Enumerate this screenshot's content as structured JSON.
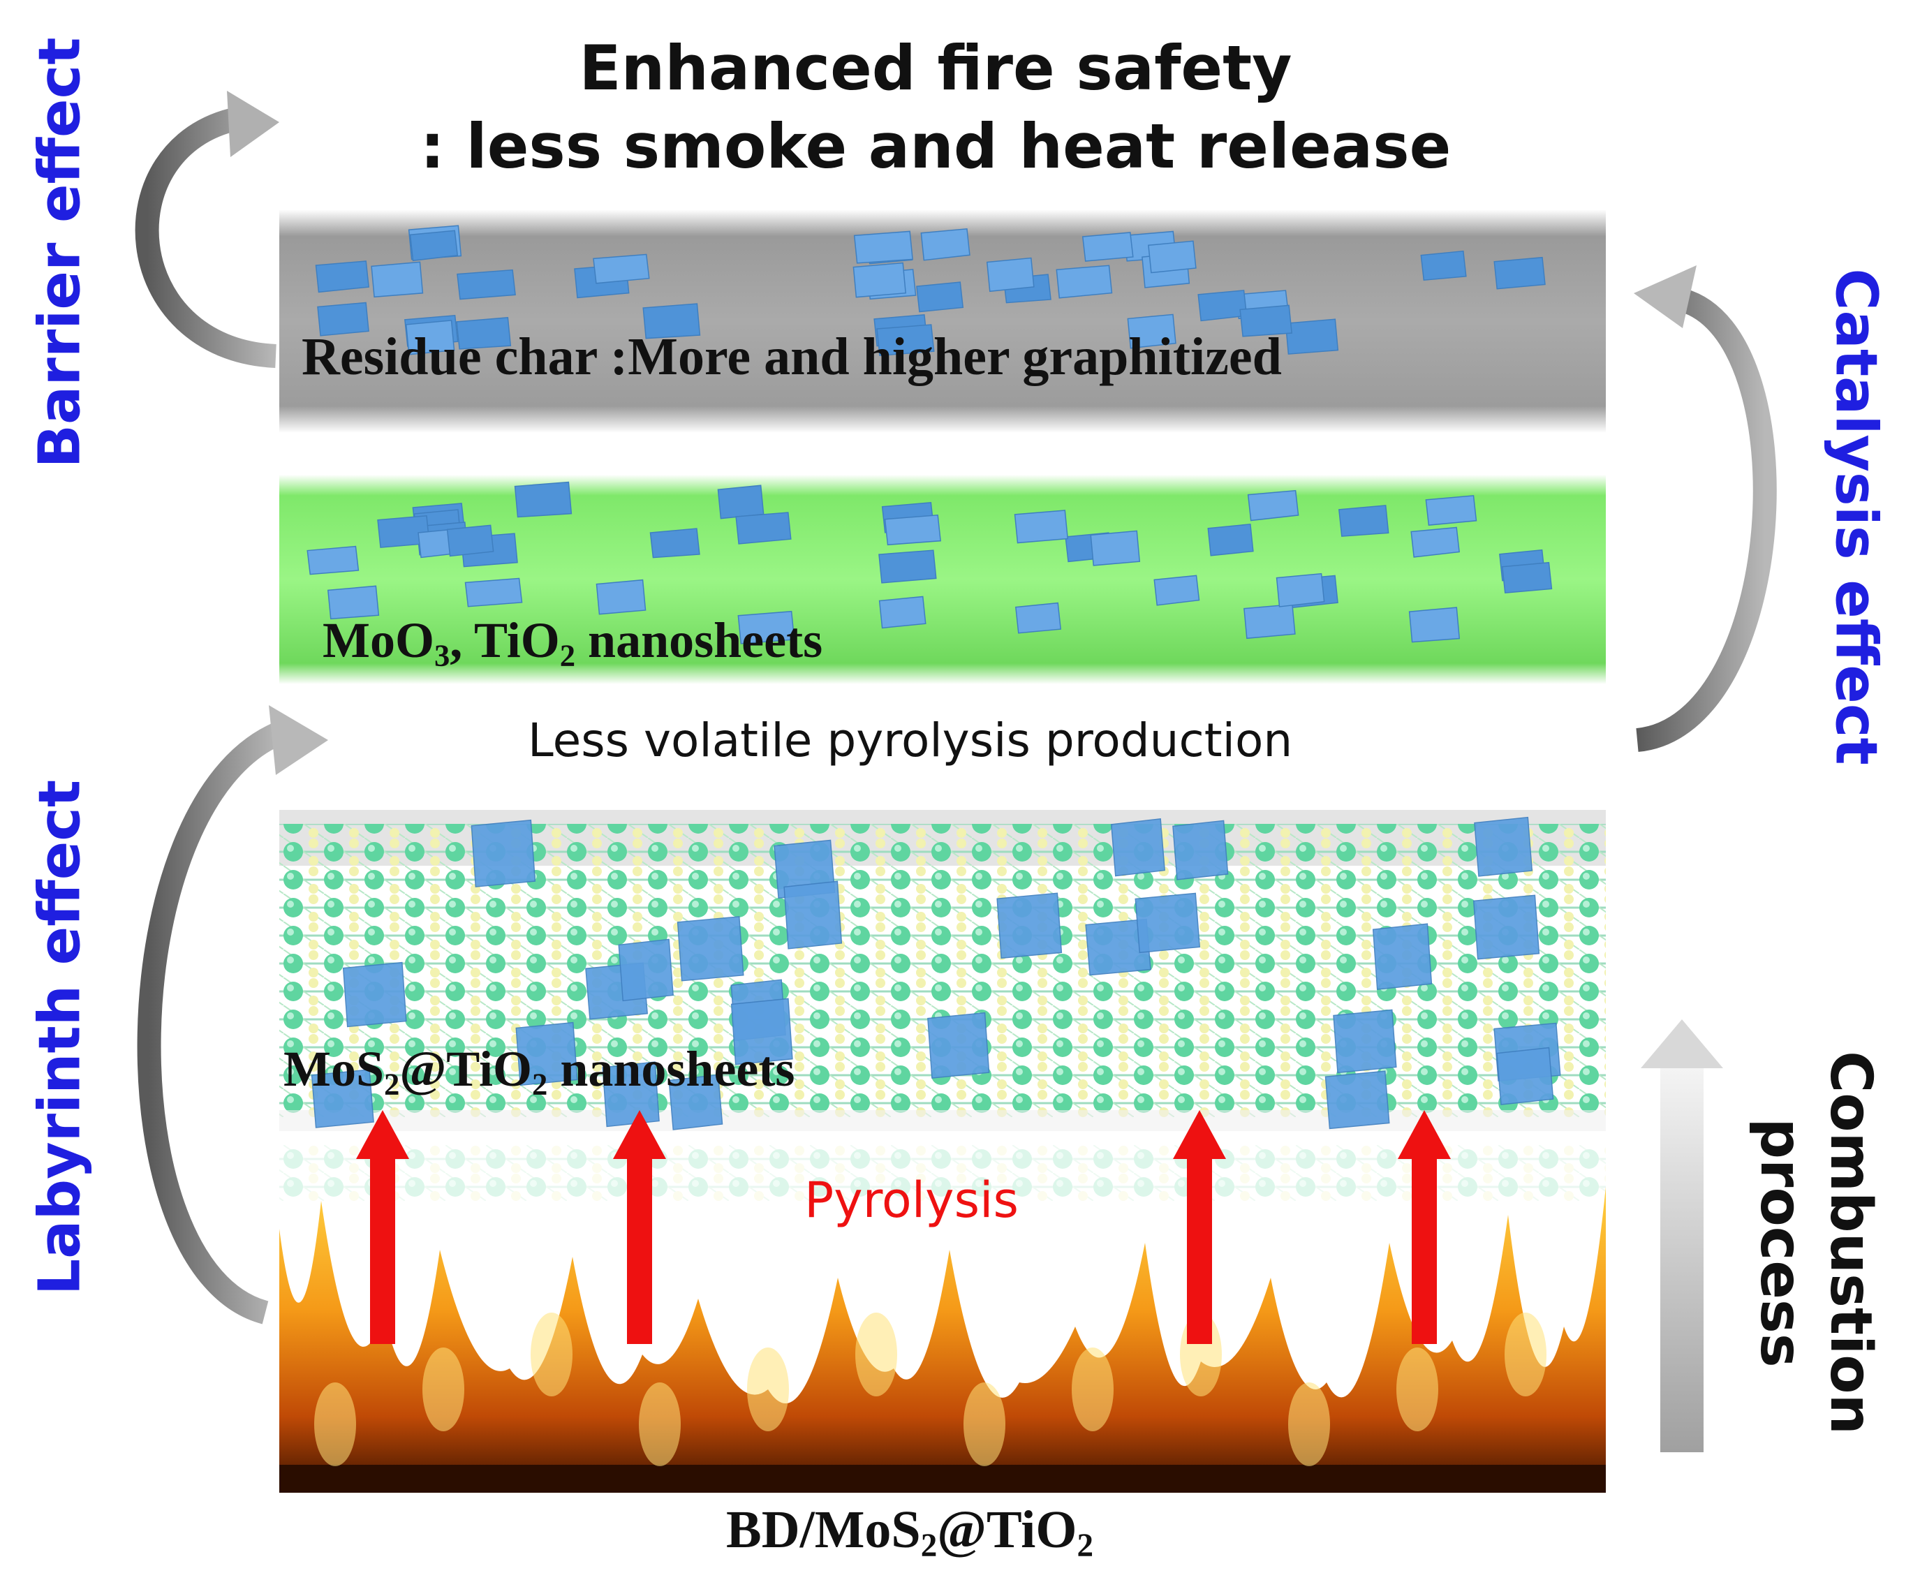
{
  "diagram": {
    "title_line1": "Enhanced fire safety",
    "title_line2": ": less smoke and heat release",
    "residue_char_label": "Residue char :More and higher graphitized",
    "oxide_layer": {
      "part1": "MoO",
      "sub1": "3",
      "part2": ", TiO",
      "sub2": "2",
      "part3": "  nanosheets"
    },
    "middle_text": "Less volatile pyrolysis production",
    "mos2_layer": {
      "part1": "MoS",
      "sub1": "2",
      "part2": "@TiO",
      "sub2": "2",
      "part3": "  nanosheets"
    },
    "pyrolysis_label": "Pyrolysis",
    "bottom_label": {
      "part1": "BD/MoS",
      "sub1": "2",
      "part2": "@TiO",
      "sub2": "2"
    },
    "side_labels": {
      "barrier": "Barrier effect",
      "labyrinth": "Labyrinth effect",
      "catalysis": "Catalysis effect"
    },
    "combustion_line1": "Combustion",
    "combustion_line2": "process"
  },
  "colors": {
    "side_label": "#1f1fe0",
    "pyrolysis": "#ee1111",
    "nanosheet": "#5b9ee0",
    "char_layer": "#a8a8a8",
    "green_layer": "#8ef07a",
    "flame_orange": "#f08a10",
    "atom_green": "#5fd5a0",
    "atom_yellow": "#f2f2b0"
  }
}
